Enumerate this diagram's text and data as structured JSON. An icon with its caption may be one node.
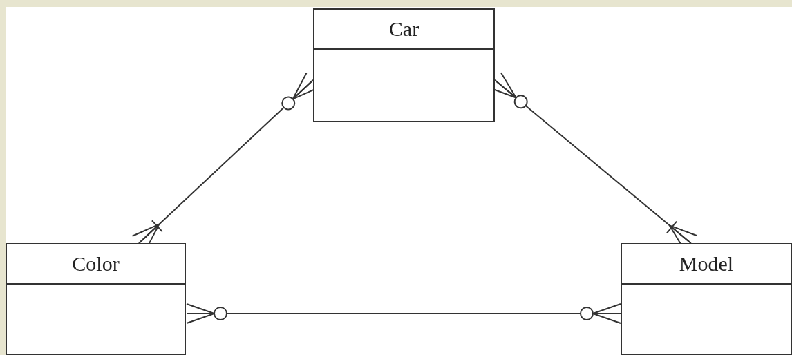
{
  "diagram": {
    "nodes": [
      {
        "text": [
          "Car"
        ]
      },
      {
        "text": [
          "Color"
        ]
      },
      {
        "text": [
          "Model"
        ]
      }
    ],
    "edges": [
      {
        "from": 0,
        "to": 1,
        "arrow": "other"
      },
      {
        "from": 0,
        "to": 2,
        "arrow": "other"
      },
      {
        "from": 1,
        "to": 2,
        "arrow": "other"
      }
    ]
  }
}
